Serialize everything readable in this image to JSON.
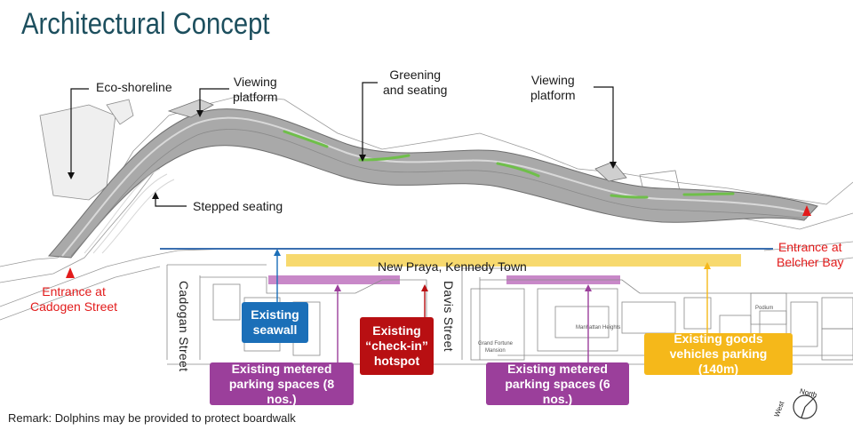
{
  "title": "Architectural Concept",
  "callouts": {
    "eco_shoreline": "Eco-shoreline",
    "viewing_platform_left": [
      "Viewing",
      "platform"
    ],
    "greening_seating": [
      "Greening",
      "and seating"
    ],
    "viewing_platform_right": [
      "Viewing",
      "platform"
    ],
    "stepped_seating": "Stepped seating"
  },
  "entrances": {
    "cadogen": [
      "Entrance at",
      "Cadogen Street"
    ],
    "belcher": [
      "Entrance at",
      "Belcher Bay"
    ]
  },
  "road": "New Praya, Kennedy Town",
  "streets": {
    "cadogan": "Cadogan Street",
    "davis": "Davis Street"
  },
  "boxes": {
    "seawall": [
      "Existing",
      "seawall"
    ],
    "hotspot": [
      "Existing",
      "“check-in”",
      "hotspot"
    ],
    "metered_8": [
      "Existing metered",
      "parking spaces (8 nos.)"
    ],
    "metered_6": [
      "Existing metered",
      "parking spaces (6 nos.)"
    ],
    "goods": [
      "Existing goods",
      "vehicles parking (140m)"
    ]
  },
  "buildings": {
    "grand_fortune": [
      "Grand Fortune",
      "Mansion"
    ],
    "manhattan": "Manhattan Heights",
    "podium": "Podium"
  },
  "compass": {
    "west": "West",
    "north": "North"
  },
  "remark": "Remark: Dolphins may be provided to protect boardwalk",
  "colors": {
    "title": "#1d4f5e",
    "seawall_box": "#1b6fb8",
    "hotspot_box": "#b80f12",
    "metered_box": "#9b3f9b",
    "goods_box": "#f5b81a",
    "road_band": "#f7d96e",
    "seawall_line": "#3b6fb0",
    "boardwalk": "#a9a9a9",
    "greening": "#6fbf4a",
    "entrance_marker": "#e21b1b"
  }
}
